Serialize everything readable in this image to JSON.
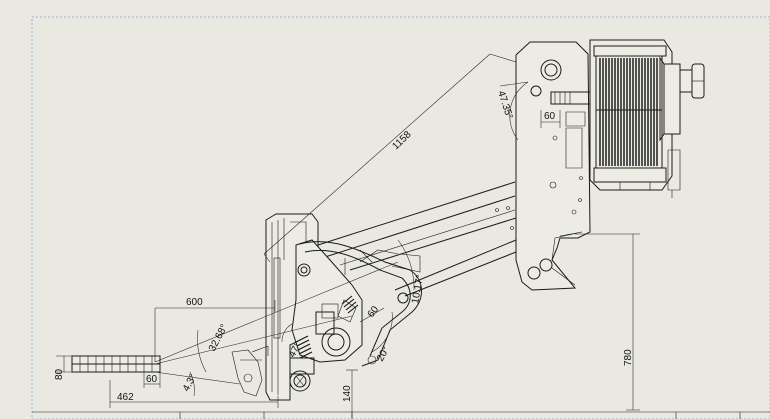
{
  "dimensions": {
    "arm_length": "1158",
    "top_angle": "47.35°",
    "top_offset": "60",
    "height_right": "780",
    "horizontal_reach": "600",
    "angle_left": "32.68°",
    "angle_mid": "10.17°",
    "offset_mid": "60",
    "angle_low_mid": "20°",
    "angle_pivot": "47°",
    "height_left": "80",
    "offset_low": "60",
    "angle_low": "4.3°",
    "length_bottom": "462",
    "height_bottom": "140"
  }
}
